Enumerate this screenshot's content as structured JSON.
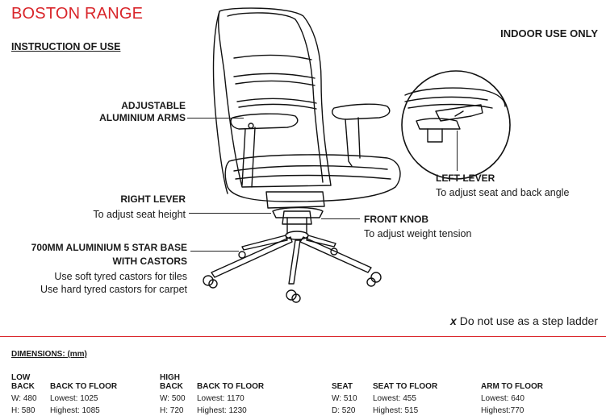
{
  "header": {
    "title": "BOSTON RANGE",
    "instruction": "INSTRUCTION OF USE",
    "indoor": "INDOOR USE ONLY"
  },
  "labels": {
    "arms_line1": "ADJUSTABLE",
    "arms_line2": "ALUMINIUM ARMS",
    "right_lever_title": "RIGHT LEVER",
    "right_lever_desc": "To adjust seat height",
    "base_line1": "700MM ALUMINIUM 5 STAR BASE",
    "base_line2": "WITH CASTORS",
    "base_desc1": "Use soft tyred castors for tiles",
    "base_desc2": "Use hard tyred castors for carpet",
    "left_lever_title": "LEFT LEVER",
    "left_lever_desc": "To adjust seat and back angle",
    "front_knob_title": "FRONT KNOB",
    "front_knob_desc": "To adjust weight tension"
  },
  "warning": {
    "mark": "x",
    "text": "Do not use as a step ladder"
  },
  "dimensions": {
    "title": "DIMENSIONS: (mm)",
    "low_back": {
      "label1": "LOW",
      "label2": "BACK",
      "w": "W: 480",
      "h": "H: 580",
      "floor_title": "BACK TO FLOOR",
      "lowest": "Lowest: 1025",
      "highest": "Highest: 1085"
    },
    "high_back": {
      "label1": "HIGH",
      "label2": "BACK",
      "w": "W: 500",
      "h": "H: 720",
      "floor_title": "BACK TO FLOOR",
      "lowest": "Lowest: 1170",
      "highest": "Highest: 1230"
    },
    "seat": {
      "label": "SEAT",
      "w": "W: 510",
      "d": "D: 520",
      "floor_title": "SEAT TO FLOOR",
      "lowest": "Lowest: 455",
      "highest": "Highest: 515"
    },
    "arm": {
      "floor_title": "ARM TO FLOOR",
      "lowest": "Lowest: 640",
      "highest": "Highest:770"
    }
  }
}
